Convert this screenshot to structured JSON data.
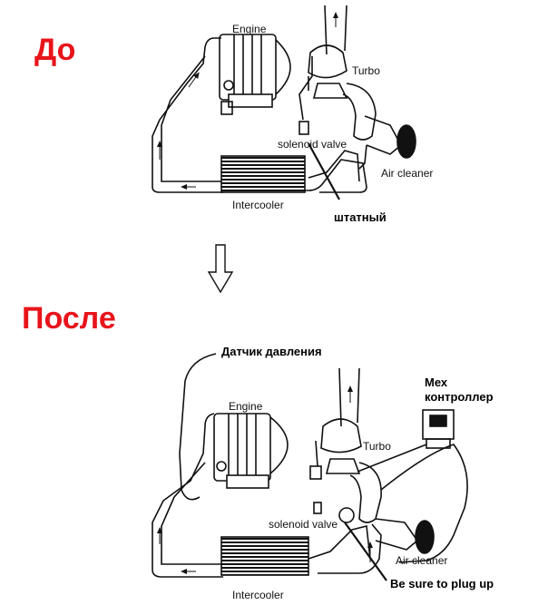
{
  "colors": {
    "heading": "#e8141b",
    "line": "#111111"
  },
  "before": {
    "heading": "До",
    "labels": {
      "engine": "Engine",
      "turbo": "Turbo",
      "solenoid": "solenoid valve",
      "air_cleaner": "Air cleaner",
      "intercooler": "Intercooler",
      "stock": "штатный"
    }
  },
  "after": {
    "heading": "После",
    "labels": {
      "sensor": "Датчик давления",
      "controller_line1": "Мех",
      "controller_line2": "контроллер",
      "engine": "Engine",
      "turbo": "Turbo",
      "solenoid": "solenoid valve",
      "air_cleaner": "Air cleaner",
      "plug": "Be sure to plug up",
      "intercooler": "Intercooler"
    }
  }
}
